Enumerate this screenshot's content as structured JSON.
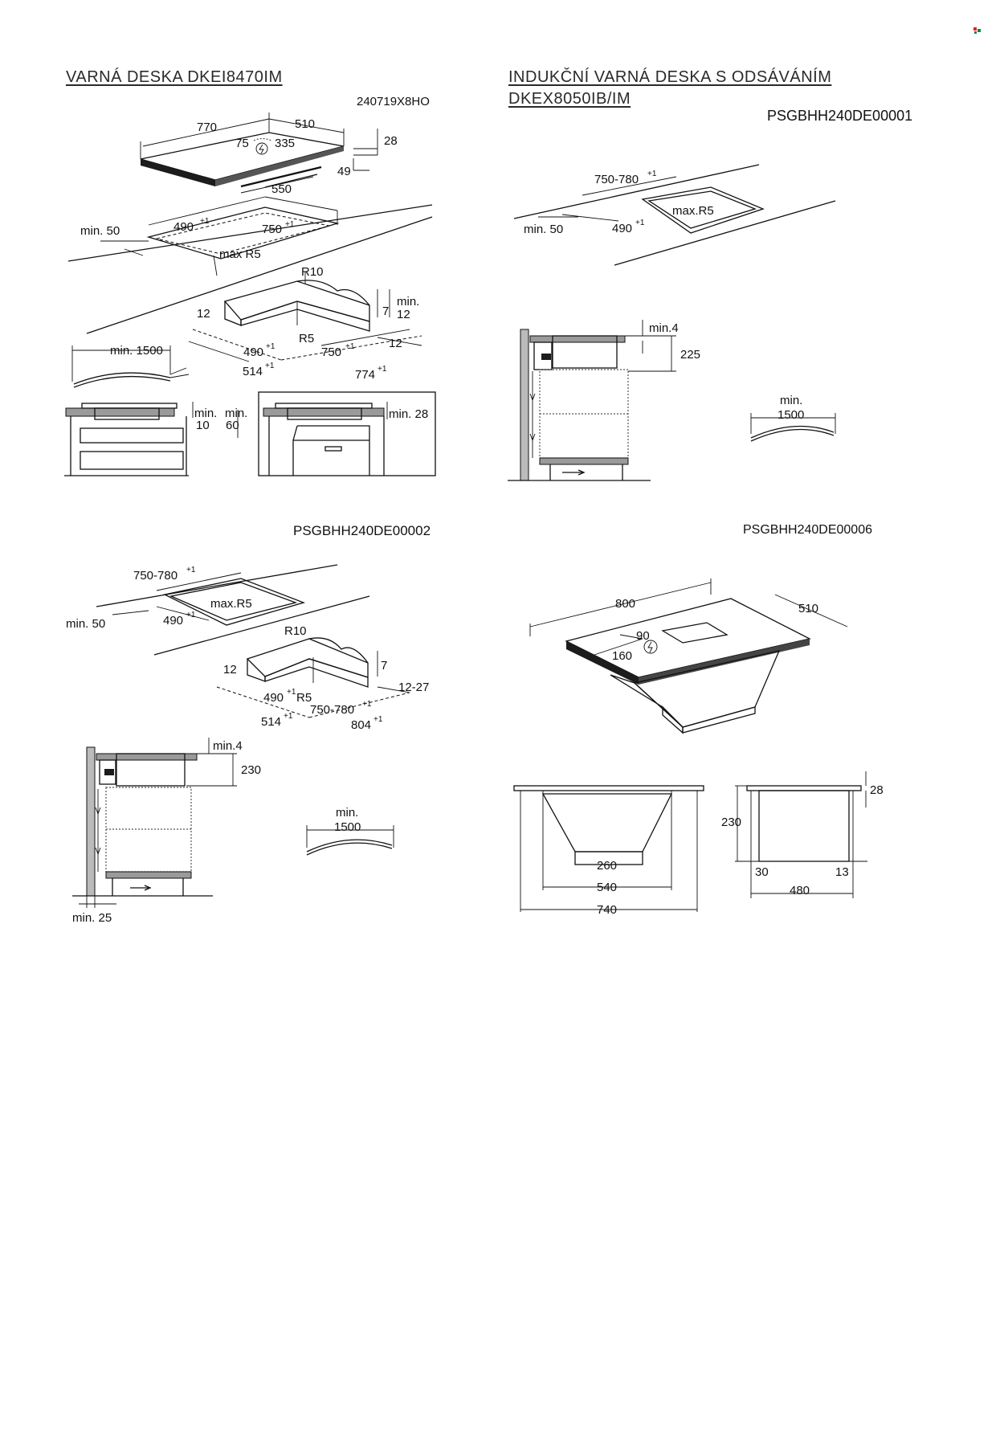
{
  "logo": {
    "name": "brand-mark-icon",
    "colors": [
      "#e2231a",
      "#0a8a3a"
    ]
  },
  "section1": {
    "title": "VARNÁ DESKA DKEI8470IM",
    "code": "240719X8HO",
    "dims": {
      "w770": "770",
      "w510": "510",
      "d75": "75",
      "d335": "335",
      "h28": "28",
      "h49": "49",
      "w550": "550"
    },
    "cutout": {
      "min50": "min. 50",
      "d490": "490",
      "w750": "750",
      "tol": "+1",
      "maxr5": "max R5"
    },
    "frame": {
      "r10": "R10",
      "d12": "12",
      "h7": "7",
      "min": "min.",
      "min12": "12",
      "r5": "R5",
      "d490": "490",
      "w750": "750",
      "d12b": "12",
      "d514": "514",
      "w774": "774",
      "tol": "+1"
    },
    "cable": {
      "label": "min. 1500"
    },
    "install_a": {
      "min_a": "min.",
      "min_a_val": "10",
      "min_b": "min.",
      "min_b_val": "60"
    },
    "install_b": {
      "label": "min. 28"
    }
  },
  "section2": {
    "title_line1": "INDUKČNÍ VARNÁ DESKA S ODSÁVÁNÍM",
    "title_line2": "DKEX8050IB/IM",
    "code": "PSGBHH240DE00001",
    "cutout": {
      "w": "750-780",
      "tol": "+1",
      "maxr5": "max.R5",
      "min50": "min. 50",
      "d490": "490"
    },
    "install": {
      "min4": "min.4",
      "h225": "225"
    },
    "cable": {
      "min": "min.",
      "len": "1500"
    }
  },
  "section3": {
    "code": "PSGBHH240DE00002",
    "cutout": {
      "w": "750-780",
      "tol": "+1",
      "maxr5": "max.R5",
      "min50": "min. 50",
      "d490": "490"
    },
    "frame": {
      "r10": "R10",
      "d12": "12",
      "h7": "7",
      "d1227": "12-27",
      "d490": "490",
      "r5": "R5",
      "w": "750-780",
      "d514": "514",
      "w804": "804",
      "tol": "+1"
    },
    "install": {
      "min4": "min.4",
      "h230": "230",
      "min25": "min. 25"
    },
    "cable": {
      "min": "min.",
      "len": "1500"
    }
  },
  "section4": {
    "code": "PSGBHH240DE00006",
    "iso": {
      "w800": "800",
      "w510": "510",
      "d90": "90",
      "d160": "160"
    },
    "front": {
      "w260": "260",
      "w540": "540",
      "w740": "740"
    },
    "side": {
      "h28": "28",
      "h230": "230",
      "d30": "30",
      "d13": "13",
      "w480": "480"
    }
  }
}
